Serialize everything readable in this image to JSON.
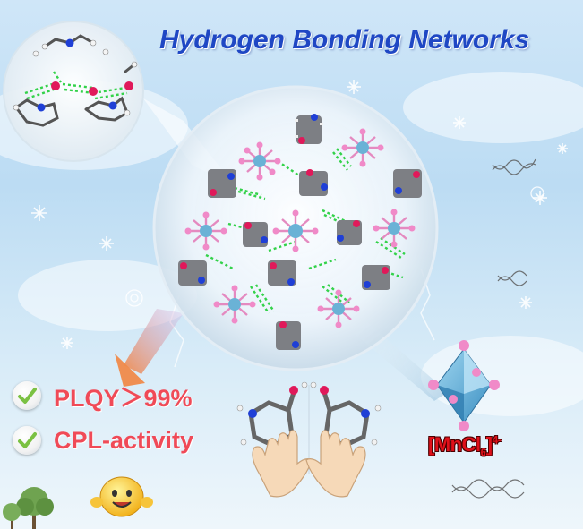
{
  "title": "Hydrogen Bonding Networks",
  "features": [
    {
      "label": "PLQY＞99%"
    },
    {
      "label": "CPL-activity"
    }
  ],
  "formula": {
    "main": "[MnCl",
    "subscript": "6",
    "close": "]",
    "superscript": "4-"
  },
  "colors": {
    "title": "#1f47c4",
    "feature_text": "#f04a57",
    "check": "#7bc142",
    "formula": "#e0101a",
    "h_bond": "#33d24a",
    "octahedron": "#5fb4dc"
  },
  "icons": [
    "check-icon",
    "smiley-icon",
    "hands-icon",
    "dna-helix-icon",
    "octahedron-icon",
    "tree-icon",
    "snowflake-icon"
  ]
}
